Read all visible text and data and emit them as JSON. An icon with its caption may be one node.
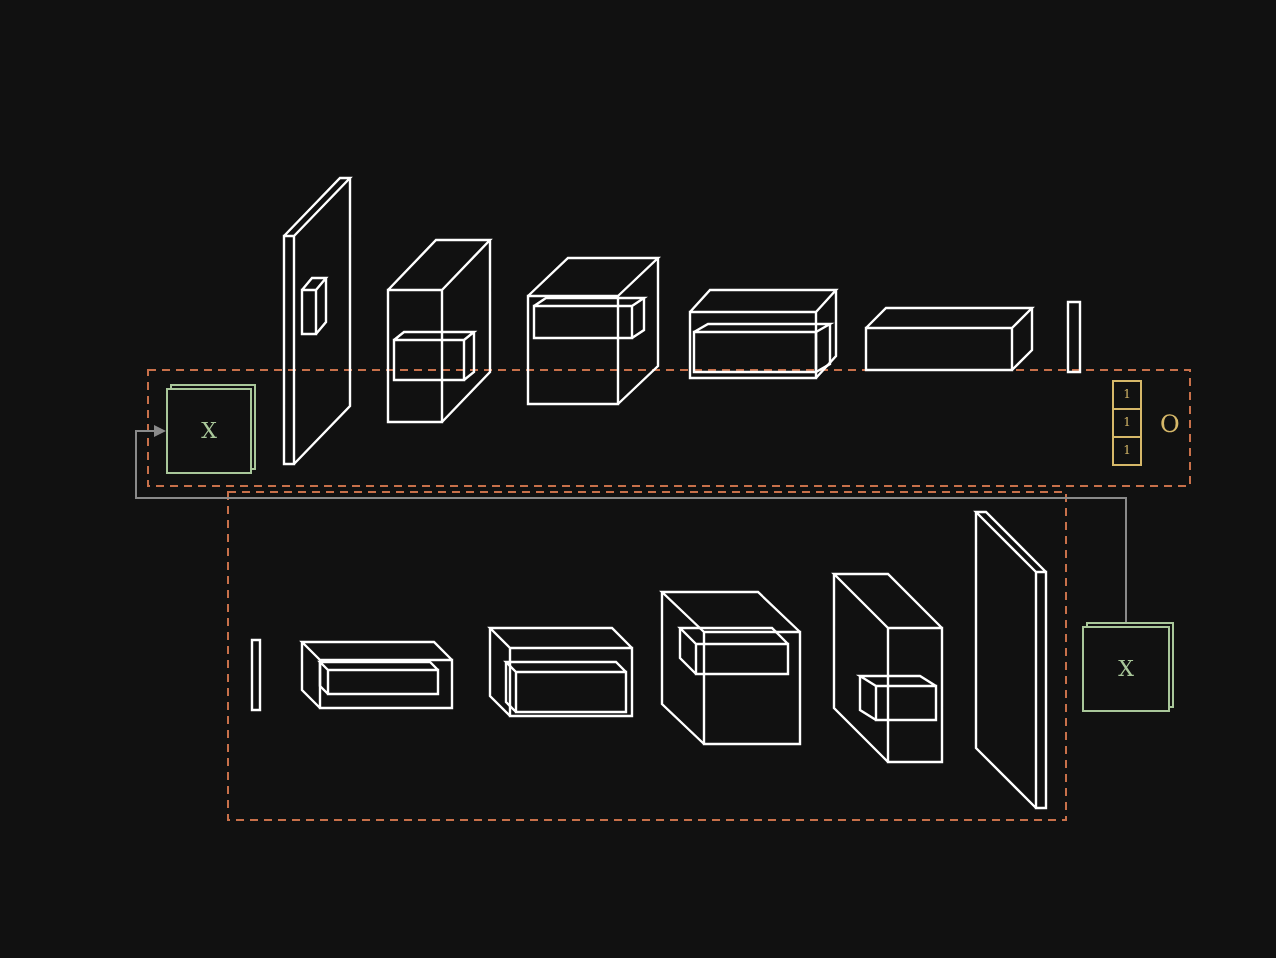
{
  "diagram": {
    "nodes": [
      {
        "text": [
          "X"
        ]
      },
      {
        "text": [
          "1",
          "1",
          "1"
        ],
        "beside": [
          "O"
        ]
      },
      {
        "text": [
          "X"
        ]
      }
    ],
    "edges": [
      {
        "from": 2,
        "to": 0,
        "arrow": "to",
        "color": "#8a8a8a"
      }
    ]
  }
}
